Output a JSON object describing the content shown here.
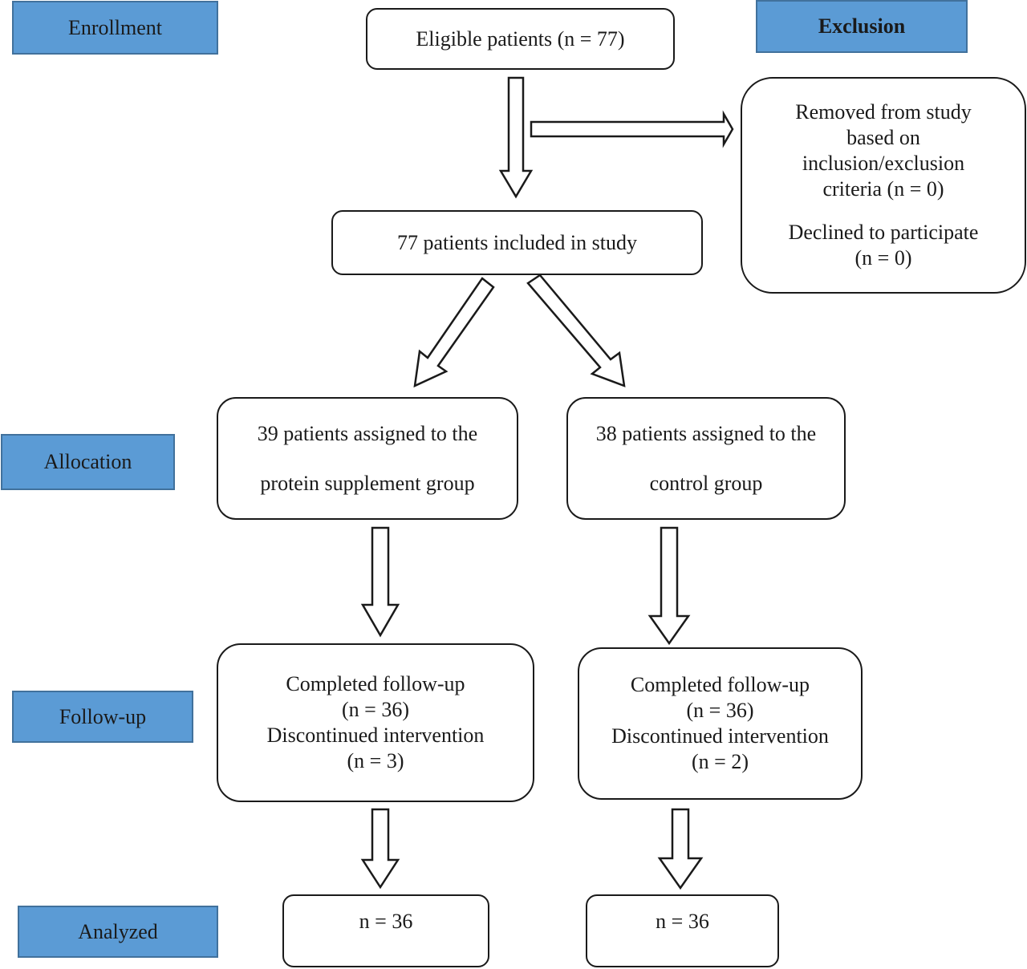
{
  "stages": {
    "enrollment": "Enrollment",
    "exclusion": "Exclusion",
    "allocation": "Allocation",
    "follow_up": "Follow-up",
    "analyzed": "Analyzed"
  },
  "boxes": {
    "eligible": "Eligible patients (n = 77)",
    "excluded": {
      "removed": [
        "Removed from study",
        "based on",
        "inclusion/exclusion",
        "criteria (n = 0)"
      ],
      "declined": [
        "Declined to participate",
        "(n = 0)"
      ]
    },
    "included": "77 patients included in study",
    "protein_group": [
      "39 patients assigned to the",
      "protein supplement group"
    ],
    "control_group": [
      "38 patients assigned to the",
      "control group"
    ],
    "protein_followup": [
      "Completed follow-up",
      "(n = 36)",
      "Discontinued intervention",
      "(n = 3)"
    ],
    "control_followup": [
      "Completed follow-up",
      "(n = 36)",
      "Discontinued intervention",
      "(n = 2)"
    ],
    "protein_analyzed": "n = 36",
    "control_analyzed": "n = 36"
  },
  "colors": {
    "stage_fill": "#5b9bd5",
    "stage_border": "#41719c",
    "box_border": "#1a1a1a"
  }
}
